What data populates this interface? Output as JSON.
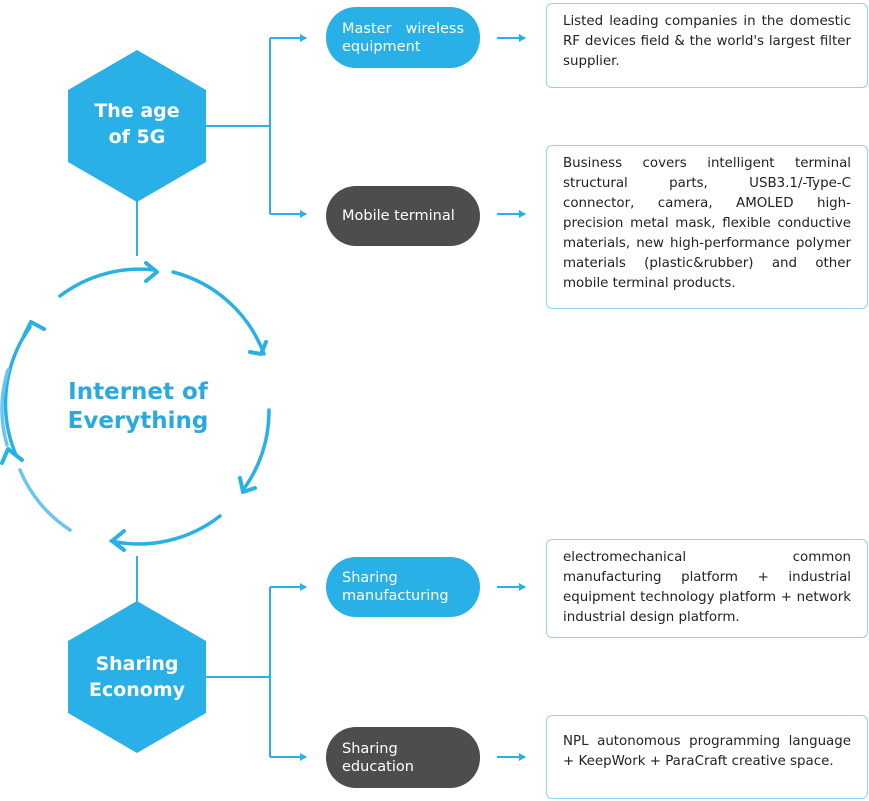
{
  "colors": {
    "accent": "#29b0e6",
    "dark": "#4d4d4d",
    "border": "#8fd2f2",
    "center_text": "#29a9e0"
  },
  "center": {
    "line1": "Internet of",
    "line2": "Everything"
  },
  "hexagons": {
    "top": {
      "line1": "The age",
      "line2": "of 5G"
    },
    "bottom": {
      "line1": "Sharing",
      "line2": "Economy"
    }
  },
  "branches": [
    {
      "label": "Master wireless equipment",
      "style": "blue",
      "description": "Listed leading companies in the domestic RF devices field & the world's largest filter supplier."
    },
    {
      "label": "Mobile terminal",
      "style": "gray",
      "description": "Business covers intelligent terminal structural parts, USB3.1/-Type-C connector, camera, AMOLED high-precision metal mask, flexible conductive materials, new high-performance polymer materials (plastic&rubber) and other mobile terminal products."
    },
    {
      "label": "Sharing manufacturing",
      "style": "blue",
      "description": "electromechanical common manufacturing platform + industrial equipment technology platform + network industrial design platform."
    },
    {
      "label": "Sharing education",
      "style": "gray",
      "description": "NPL autonomous programming language + KeepWork + ParaCraft creative space."
    }
  ]
}
